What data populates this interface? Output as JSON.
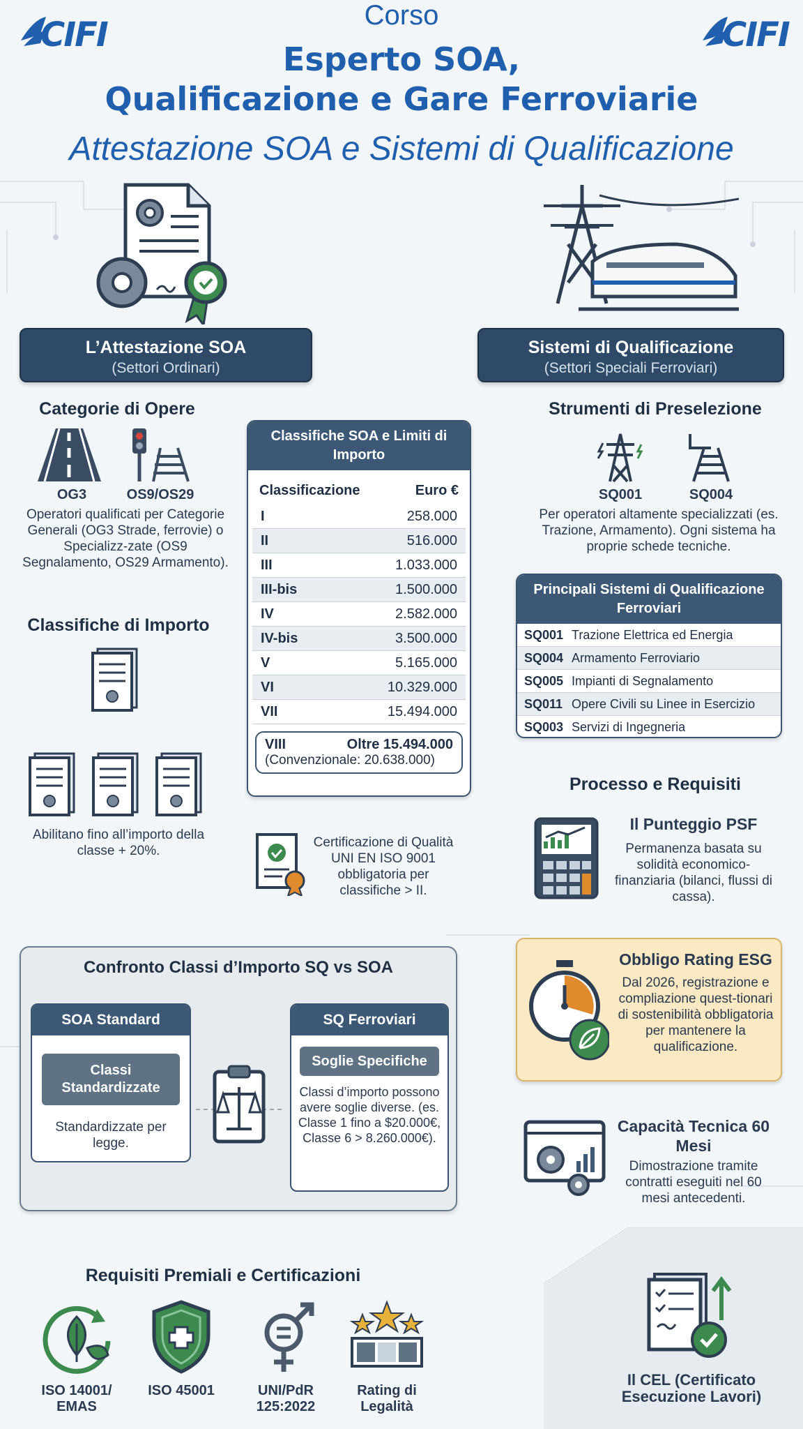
{
  "header": {
    "logo_text": "CIFI",
    "line1": "Corso",
    "line2": "Esperto SOA,",
    "line3": "Qualificazione  e Gare Ferroviarie",
    "line4": "Attestazione SOA e Sistemi di Qualificazione"
  },
  "left_banner": {
    "title": "L’Attestazione SOA",
    "subtitle": "(Settori Ordinari)"
  },
  "right_banner": {
    "title": "Sistemi di Qualificazione",
    "subtitle": "(Settori Speciali Ferroviari)"
  },
  "categorie": {
    "heading": "Categorie di Opere",
    "label1": "OG3",
    "label2": "OS9/OS29",
    "desc": "Operatori qualificati per Categorie Generali (OG3 Strade, ferrovie) o Specializz-zate (OS9 Segnalamento, OS29 Armamento)."
  },
  "classifiche": {
    "heading": "Classifiche di Importo",
    "desc": "Abilitano fino all’importo della classe + 20%."
  },
  "soa_table": {
    "title": "Classifiche SOA e Limiti di Importo",
    "col1": "Classificazione",
    "col2": "Euro €",
    "rows": [
      {
        "c": "I",
        "v": "258.000"
      },
      {
        "c": "II",
        "v": "516.000"
      },
      {
        "c": "III",
        "v": "1.033.000"
      },
      {
        "c": "III-bis",
        "v": "1.500.000"
      },
      {
        "c": "IV",
        "v": "2.582.000"
      },
      {
        "c": "IV-bis",
        "v": "3.500.000"
      },
      {
        "c": "V",
        "v": "5.165.000"
      },
      {
        "c": "VI",
        "v": "10.329.000"
      },
      {
        "c": "VII",
        "v": "15.494.000"
      }
    ],
    "last_c": "VIII",
    "last_v": "Oltre 15.494.000",
    "last_note": "(Convenzionale: 20.638.000)"
  },
  "iso_note": "Certificazione di Qualità UNI EN ISO 9001 obbligatoria per classifiche > II.",
  "strumenti": {
    "heading": "Strumenti di Preselezione",
    "label1": "SQ001",
    "label2": "SQ004",
    "desc": "Per operatori altamente specializzati (es. Trazione, Armamento). Ogni sistema ha proprie schede tecniche."
  },
  "sq_table": {
    "title": "Principali Sistemi di Qualificazione Ferroviari",
    "rows": [
      {
        "code": "SQ001",
        "name": "Trazione Elettrica ed Energia"
      },
      {
        "code": "SQ004",
        "name": "Armamento Ferroviario"
      },
      {
        "code": "SQ005",
        "name": "Impianti di Segnalamento"
      },
      {
        "code": "SQ011",
        "name": "Opere Civili su Linee in Esercizio"
      },
      {
        "code": "SQ003",
        "name": "Servizi di Ingegneria"
      }
    ]
  },
  "processo": {
    "heading": "Processo e Requisiti",
    "psf_title": "Il Punteggio PSF",
    "psf_desc": "Permanenza basata su solidità economico-finanziaria (bilanci, flussi di cassa).",
    "esg_title": "Obbligo Rating ESG",
    "esg_desc": "Dal 2026, registrazione e compliazione quest-tionari di sostenibilità obbligatoria per mantenere la qualificazione.",
    "cap_title": "Capacità Tecnica 60 Mesi",
    "cap_desc": "Dimostrazione tramite contratti eseguiti nel 60 mesi antecedenti."
  },
  "confronto": {
    "title": "Confronto Classi d’Importo SQ vs SOA",
    "soa_head": "SOA Standard",
    "soa_tag": "Classi Standardizzate",
    "soa_desc": "Standardizzate per legge.",
    "sq_head": "SQ Ferroviari",
    "sq_tag": "Soglie Specifiche",
    "sq_desc": "Classi d’importo possono avere soglie diverse. (es. Classe 1 fino a $20.000€, Classe 6 > 8.260.000€)."
  },
  "premiali": {
    "heading": "Requisiti Premiali e Certificazioni",
    "items": [
      "ISO 14001/ EMAS",
      "ISO 45001",
      "UNI/PdR 125:2022",
      "Rating di Legalità"
    ]
  },
  "cel": "Il CEL (Certificato Esecuzione Lavori)",
  "colors": {
    "primary": "#1f5fae",
    "navy": "#2f4a67",
    "green": "#3d8a4e",
    "orange": "#e08a2e",
    "esg_bg": "#fbe9c4"
  }
}
